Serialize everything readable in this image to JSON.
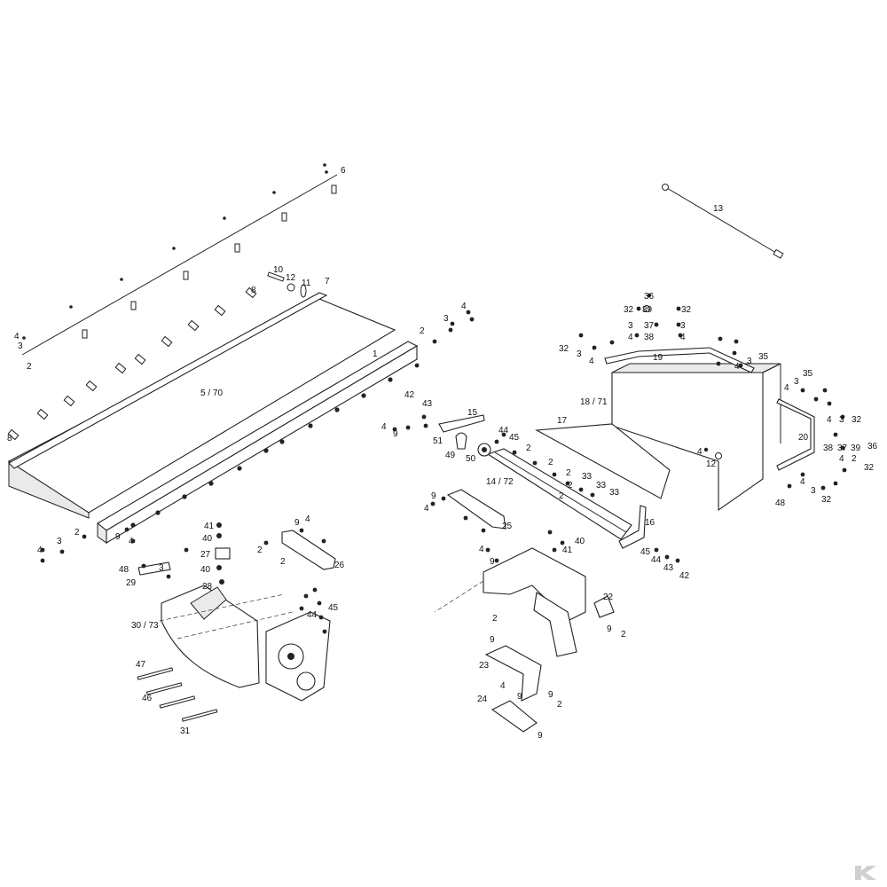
{
  "diagram": {
    "callouts": {
      "c1": "1",
      "c2": "2",
      "c3": "3",
      "c4": "4",
      "c5_70": "5 / 70",
      "c6": "6",
      "c7": "7",
      "c8": "8",
      "c9": "9",
      "c10": "10",
      "c11": "11",
      "c12": "12",
      "c13": "13",
      "c14_72": "14 / 72",
      "c15": "15",
      "c16": "16",
      "c17": "17",
      "c18_71": "18 / 71",
      "c19": "19",
      "c20": "20",
      "c22": "22",
      "c23": "23",
      "c24": "24",
      "c25": "25",
      "c26": "26",
      "c27": "27",
      "c28": "28",
      "c29": "29",
      "c30_73": "30 / 73",
      "c31": "31",
      "c32": "32",
      "c33": "33",
      "c35": "35",
      "c36": "36",
      "c37": "37",
      "c38": "38",
      "c39": "39",
      "c40": "40",
      "c41": "41",
      "c42": "42",
      "c43": "43",
      "c44": "44",
      "c45": "45",
      "c46": "46",
      "c47": "47",
      "c48": "48",
      "c49": "49",
      "c50": "50",
      "c51": "51"
    }
  }
}
